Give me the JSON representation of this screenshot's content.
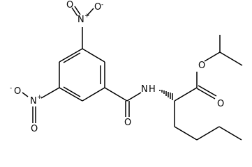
{
  "atoms": {
    "n_nitro_top": "N",
    "n_nitro_top_charge": "+",
    "o_nitro_top_dbl": "O",
    "o_nitro_top_neg": "O",
    "o_nitro_top_neg_charge": "-",
    "n_nitro_left": "N",
    "n_nitro_left_charge": "+",
    "o_nitro_left_neg": "O",
    "o_nitro_left_neg_charge": "-",
    "o_nitro_left_dbl": "O",
    "n_amide": "N",
    "h_amide": "H",
    "o_amide": "O",
    "o_ester_ether": "O",
    "o_ester_carbonyl": "O"
  },
  "colors": {
    "ink": "#000000",
    "background": "#ffffff"
  }
}
